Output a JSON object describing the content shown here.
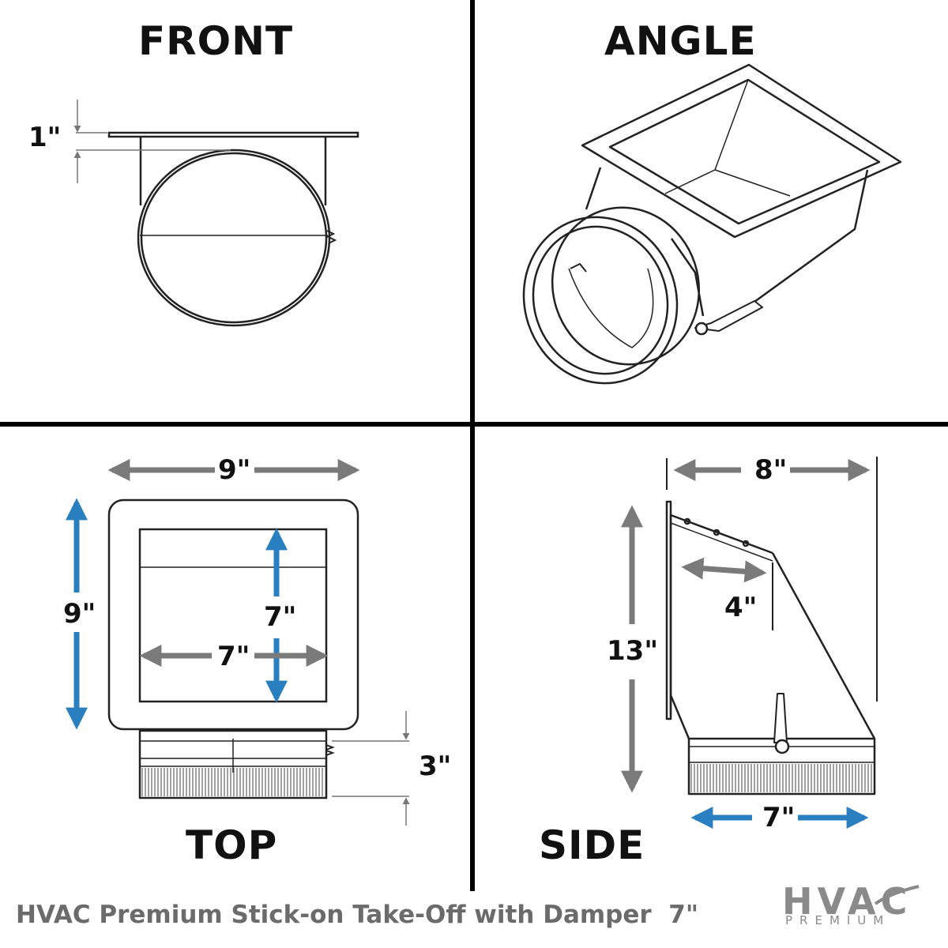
{
  "views": {
    "front": "FRONT",
    "angle": "ANGLE",
    "top": "TOP",
    "side": "SIDE"
  },
  "dimensions": {
    "front_flange": "1\"",
    "top_width": "9\"",
    "top_height": "9\"",
    "top_inner_height": "7\"",
    "top_inner_width": "7\"",
    "top_collar": "3\"",
    "side_depth": "8\"",
    "side_slope": "4\"",
    "side_height": "13\"",
    "side_collar": "7\""
  },
  "caption": "HVAC Premium Stick-on Take-Off with Damper  7\"",
  "logo": {
    "word": "HVAC",
    "sub": "PREMIUM"
  },
  "colors": {
    "gray_arrow": "#7a7a7a",
    "blue_arrow": "#2a7fc0",
    "divider": "#000000"
  }
}
